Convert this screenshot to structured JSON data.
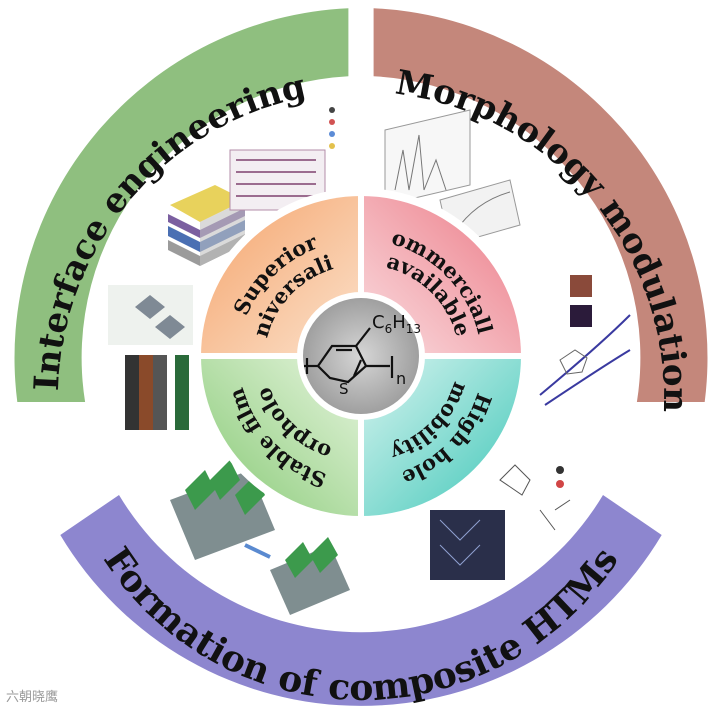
{
  "outer_ring": {
    "top_left": {
      "label": "Interface engineering",
      "color": "#8fbf7f"
    },
    "top_right": {
      "label": "Morphology modulation",
      "color": "#c4877b"
    },
    "bottom": {
      "label": "Formation of composite HTMs",
      "color": "#8d86cf"
    }
  },
  "inner_quadrants": [
    {
      "lines": [
        "Superior",
        "universality"
      ],
      "color": "#f2b07e"
    },
    {
      "lines": [
        "Commercially",
        "available"
      ],
      "color": "#ef8f98"
    },
    {
      "lines": [
        "High hole",
        "mobility"
      ],
      "color": "#6fd2c6"
    },
    {
      "lines": [
        "Stable film",
        "morphology"
      ],
      "color": "#9ed28f"
    }
  ],
  "center": {
    "formula_main": "C",
    "formula_sub1": "6",
    "formula_mid": "H",
    "formula_sub2": "13",
    "heteroatom": "S",
    "repeat": "n"
  },
  "watermark": "六朝晓鹰"
}
